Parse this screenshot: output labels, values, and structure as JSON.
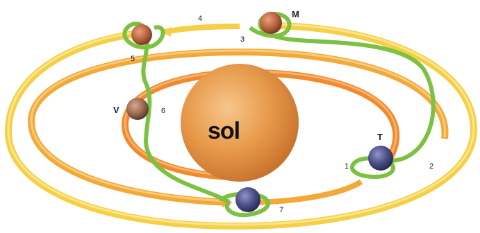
{
  "diagram": {
    "sun_label": "sol",
    "planets": {
      "mars": "M",
      "venus": "V",
      "earth": "T"
    },
    "numbers": [
      "1",
      "2",
      "3",
      "4",
      "5",
      "6",
      "7"
    ]
  },
  "colors": {
    "orbit_outer": "#f5cf45",
    "orbit_middle": "#f2a93a",
    "orbit_inner": "#f08a2c",
    "trajectory": "#7cc142",
    "sun": "#e79a4a",
    "planet_rust": "#b8643f",
    "planet_blue": "#4a4e86"
  }
}
